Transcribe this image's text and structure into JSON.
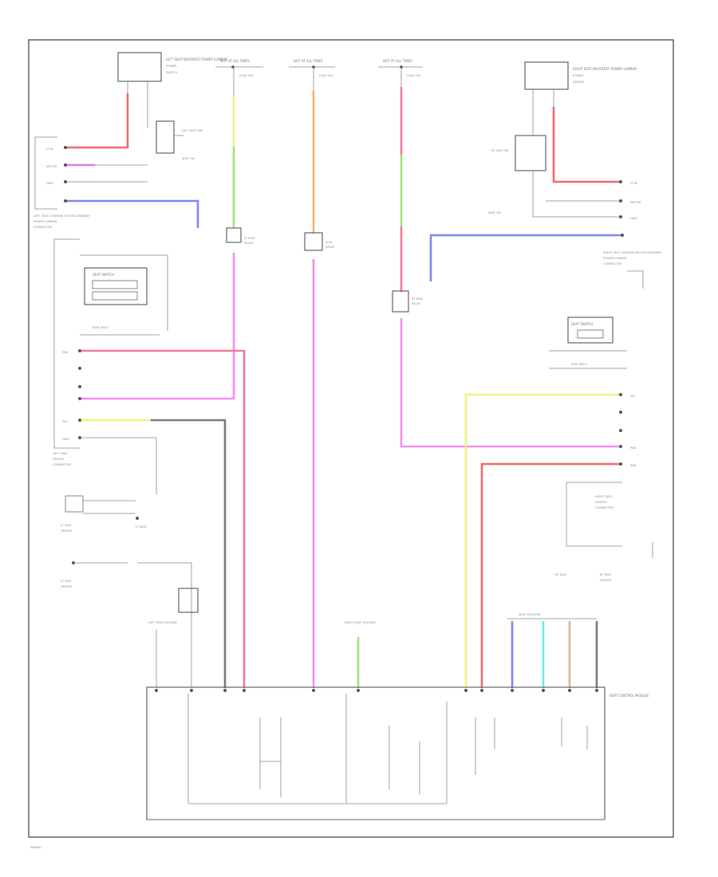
{
  "colors": {
    "red": "#f06a6a",
    "pink": "#f07a9a",
    "purple": "#e07aee",
    "blue": "#7e86f2",
    "green": "#9ee27a",
    "yellow": "#f2f27a",
    "orange": "#f7b26a",
    "gray": "#7a7a7a",
    "cyan": "#6ee8ee",
    "tan": "#cfb890",
    "magenta": "#f28ef2"
  },
  "labels": {
    "top_fuse_1": "HOT AT ALL TIMES",
    "top_fuse_2": "HOT AT ALL TIMES",
    "top_fuse_3": "HOT AT ALL TIMES",
    "left_module_name": "LEFT SEAT BACKREST POWER LUMBAR",
    "right_module_name": "RIGHT SEAT BACKREST POWER LUMBAR",
    "left_connector": "LEFT SEAT CUSHION MOTOR ASSEMBLY",
    "right_connector": "RIGHT SEAT CUSHION MOTOR ASSEMBLY",
    "right_switch": "SEAT SWITCH",
    "right_switch_sub": "SEAT BACK",
    "left_switch": "SEAT SWITCH",
    "left_switch_sub": "SEAT BACK",
    "ground_1": "LEFT SEAT GROUND",
    "ground_2": "RIGHT SEAT GROUND",
    "ecu": "SEAT CONTROL MODULE",
    "footer": "WIRING"
  }
}
